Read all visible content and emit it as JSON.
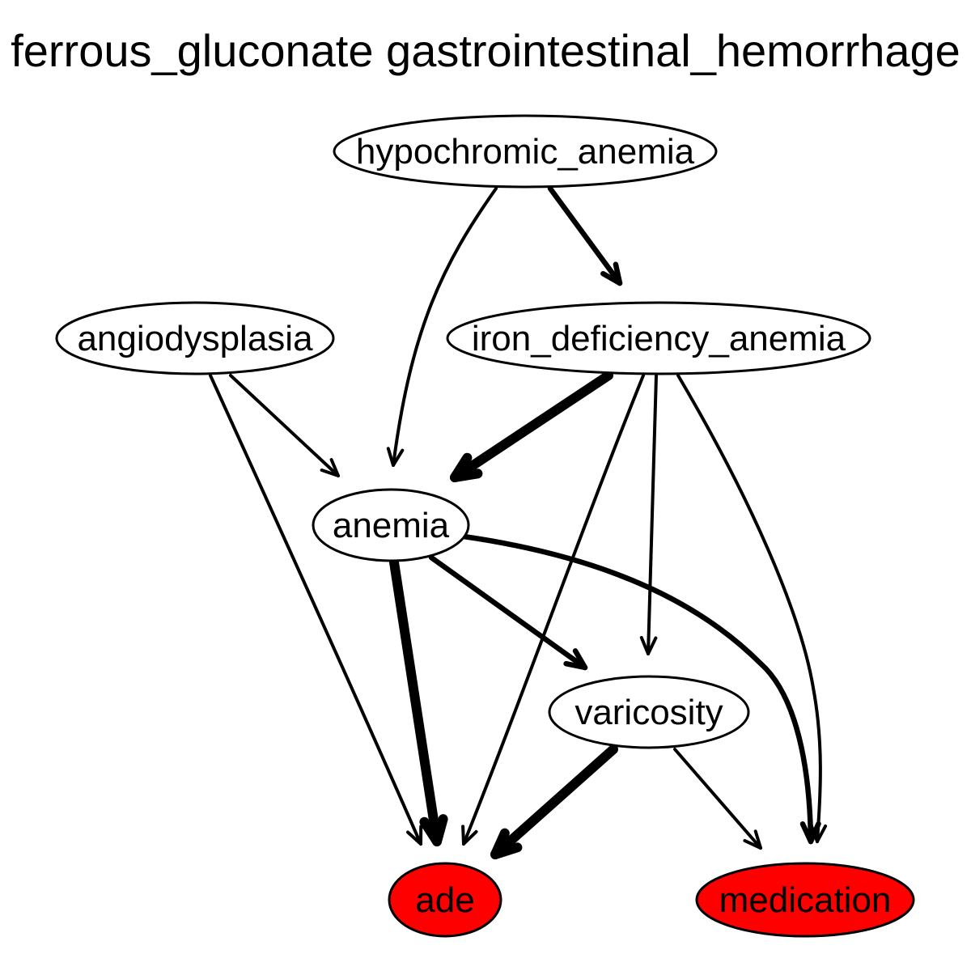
{
  "title": "ferrous_gluconate gastrointestinal_hemorrhage",
  "colors": {
    "outcome_fill": "#ff0000",
    "node_fill": "#ffffff",
    "stroke": "#000000"
  },
  "nodes": [
    {
      "id": "hypochromic_anemia",
      "label": "hypochromic_anemia",
      "kind": "cause"
    },
    {
      "id": "angiodysplasia",
      "label": "angiodysplasia",
      "kind": "cause"
    },
    {
      "id": "iron_deficiency_anemia",
      "label": "iron_deficiency_anemia",
      "kind": "cause"
    },
    {
      "id": "anemia",
      "label": "anemia",
      "kind": "cause"
    },
    {
      "id": "varicosity",
      "label": "varicosity",
      "kind": "cause"
    },
    {
      "id": "ade",
      "label": "ade",
      "kind": "outcome"
    },
    {
      "id": "medication",
      "label": "medication",
      "kind": "outcome"
    }
  ],
  "edges": [
    {
      "from": "hypochromic_anemia",
      "to": "anemia",
      "weight": "thin"
    },
    {
      "from": "hypochromic_anemia",
      "to": "iron_deficiency_anemia",
      "weight": "medium"
    },
    {
      "from": "angiodysplasia",
      "to": "anemia",
      "weight": "thin"
    },
    {
      "from": "angiodysplasia",
      "to": "ade",
      "weight": "thin"
    },
    {
      "from": "iron_deficiency_anemia",
      "to": "anemia",
      "weight": "heavy"
    },
    {
      "from": "iron_deficiency_anemia",
      "to": "ade",
      "weight": "thin"
    },
    {
      "from": "iron_deficiency_anemia",
      "to": "varicosity",
      "weight": "thin"
    },
    {
      "from": "iron_deficiency_anemia",
      "to": "medication",
      "weight": "thin"
    },
    {
      "from": "anemia",
      "to": "ade",
      "weight": "heavy"
    },
    {
      "from": "anemia",
      "to": "varicosity",
      "weight": "medium"
    },
    {
      "from": "anemia",
      "to": "medication",
      "weight": "medium"
    },
    {
      "from": "varicosity",
      "to": "ade",
      "weight": "heavy"
    },
    {
      "from": "varicosity",
      "to": "medication",
      "weight": "thin"
    }
  ]
}
